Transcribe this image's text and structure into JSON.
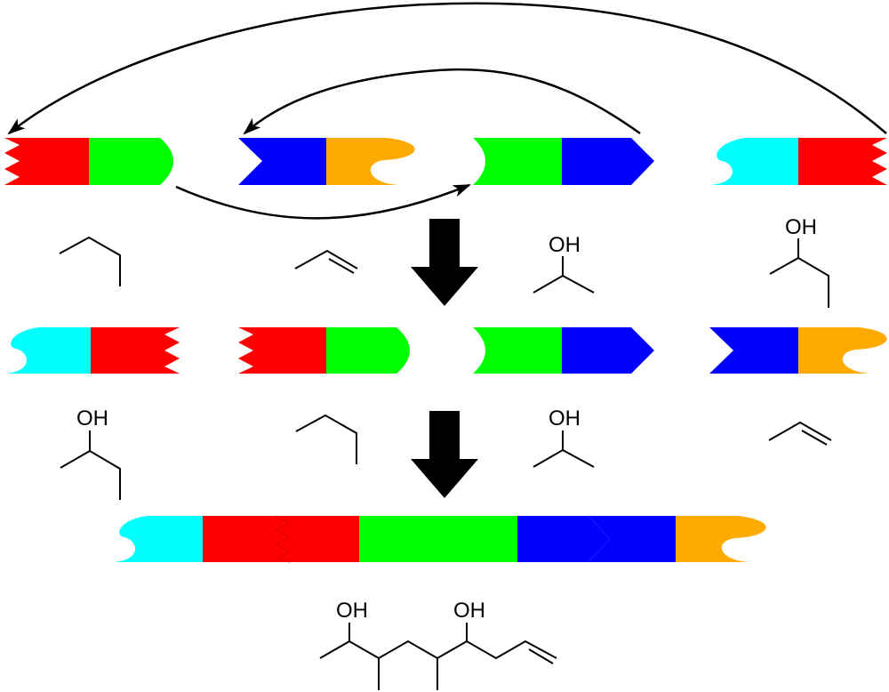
{
  "colors": {
    "red": "#ff0000",
    "green": "#00ff00",
    "blue": "#0000ff",
    "orange": "#ffaa00",
    "cyan": "#00ffff",
    "line": "#000000"
  },
  "labels": {
    "oh": "OH"
  },
  "rows": [
    {
      "name": "top-row",
      "segments": 4
    },
    {
      "name": "middle-row",
      "segments": 4
    },
    {
      "name": "bottom-product",
      "segments": 1
    }
  ],
  "molecules": [
    "propyl",
    "propenyl",
    "isopropanol",
    "butan-2-ol",
    "butan-2-ol",
    "propyl",
    "isopropanol",
    "propenyl",
    "product-diol"
  ]
}
